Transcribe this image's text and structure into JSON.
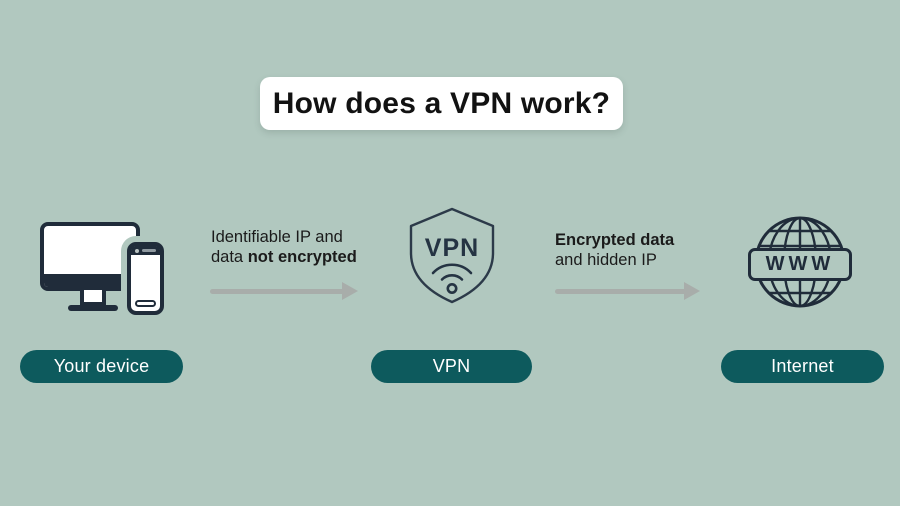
{
  "title": "How does a VPN work?",
  "colors": {
    "background": "#b1c8bf",
    "pill_fill": "#0d5a5d",
    "pill_text": "#ffffff",
    "icon_outline": "#202c3a",
    "arrow": "#a8adaa",
    "label_text": "#1b1b1b",
    "title_box": "#ffffff"
  },
  "flow": {
    "device": {
      "icon": "computer-and-phone-icon",
      "pill_label": "Your device"
    },
    "arrow_device_to_vpn": {
      "icon": "right-arrow-icon",
      "line1": "Identifiable IP and",
      "line2_regular": "data ",
      "line2_bold": "not encrypted"
    },
    "vpn": {
      "icon": "vpn-shield-wifi-icon",
      "shield_text": "VPN",
      "pill_label": "VPN"
    },
    "arrow_vpn_to_internet": {
      "icon": "right-arrow-icon",
      "line1_bold": "Encrypted data",
      "line2": "and hidden IP"
    },
    "internet": {
      "icon": "www-globe-icon",
      "globe_text": "WWW",
      "pill_label": "Internet"
    }
  }
}
